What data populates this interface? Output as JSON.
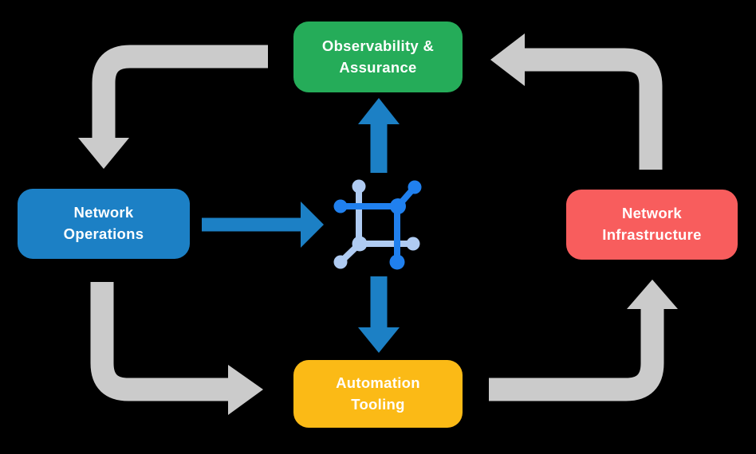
{
  "diagram": {
    "center_icon": {
      "name": "network-mesh-icon"
    },
    "nodes": [
      {
        "id": "observability-assurance",
        "label": "Observability &\nAssurance",
        "color": "#25AC59",
        "position": "top"
      },
      {
        "id": "network-operations",
        "label": "Network\nOperations",
        "color": "#1C80C5",
        "position": "left"
      },
      {
        "id": "network-infrastructure",
        "label": "Network\nInfrastructure",
        "color": "#F85D5D",
        "position": "right"
      },
      {
        "id": "automation-tooling",
        "label": "Automation\nTooling",
        "color": "#FBBA16",
        "position": "bottom"
      }
    ]
  },
  "colors": {
    "background": "#000000",
    "arrow_gray": "#CBCBCB",
    "arrow_blue": "#1C80C5",
    "icon_blue_dark": "#2080EE",
    "icon_blue_light": "#AFCBF2",
    "label_text": "#FFFFFF"
  }
}
